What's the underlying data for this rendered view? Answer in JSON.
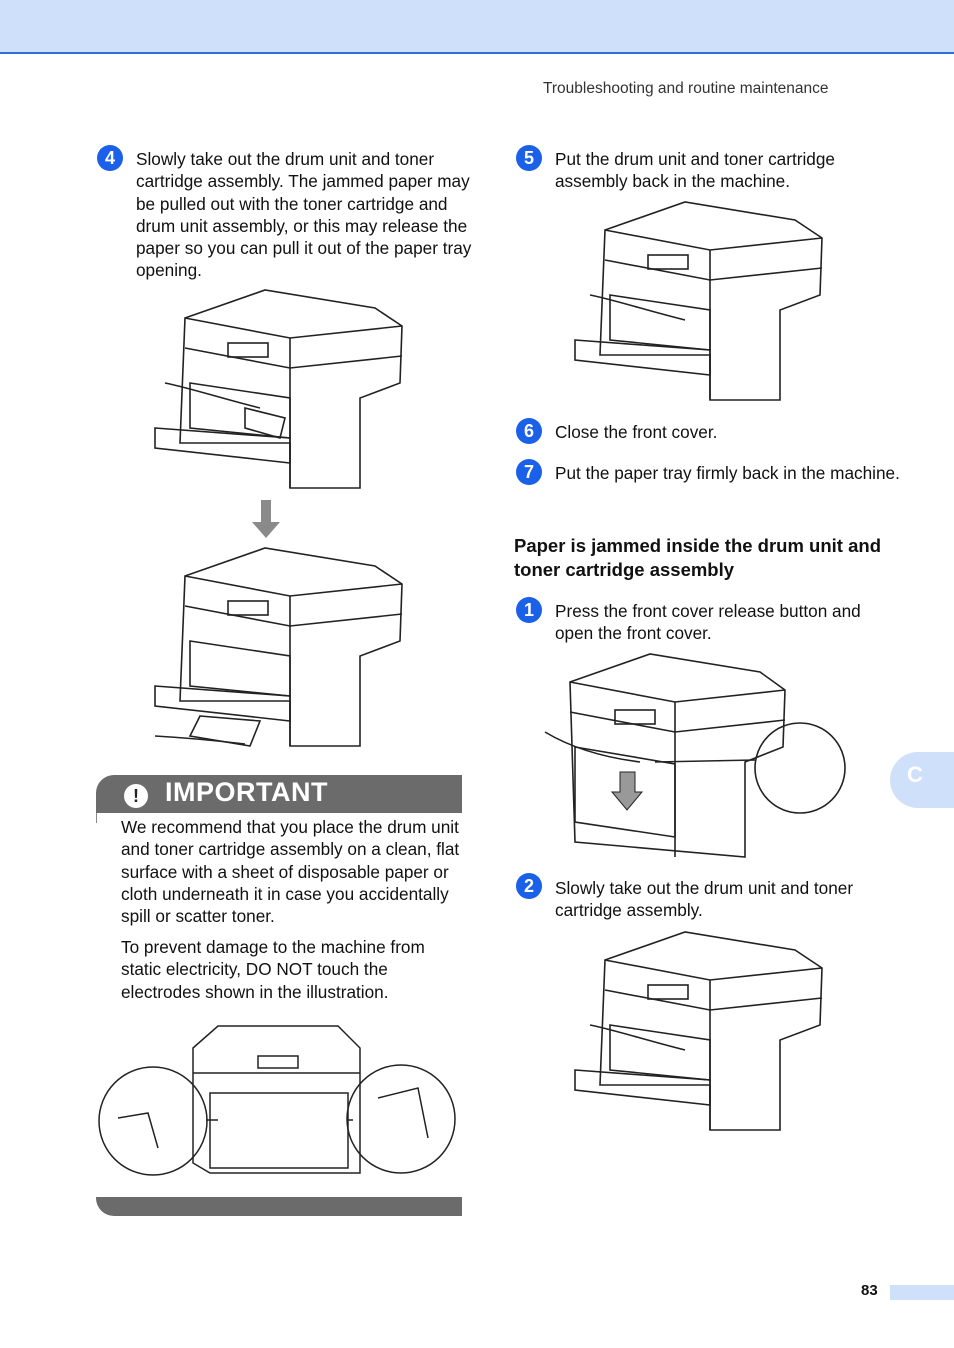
{
  "header": {
    "running_title": "Troubleshooting and routine maintenance"
  },
  "left_column": {
    "step4": {
      "number": "4",
      "text": "Slowly take out the drum unit and toner cartridge assembly. The jammed paper may be pulled out with the toner cartridge and drum unit assembly, or this may release the paper so you can pull it out of the paper tray opening."
    },
    "important": {
      "title": "IMPORTANT",
      "icon": "!",
      "para1": "We recommend that you place the drum unit and toner cartridge assembly on a clean, flat surface with a sheet of disposable paper or cloth underneath it in case you accidentally spill or scatter toner.",
      "para2": "To prevent damage to the machine from static electricity, DO NOT touch the electrodes shown in the illustration."
    }
  },
  "right_column": {
    "step5": {
      "number": "5",
      "text": "Put the drum unit and toner cartridge assembly back in the machine."
    },
    "step6": {
      "number": "6",
      "text": "Close the front cover."
    },
    "step7": {
      "number": "7",
      "text": "Put the paper tray firmly back in the machine."
    },
    "section_heading": "Paper is jammed inside the drum unit and toner cartridge assembly",
    "step1": {
      "number": "1",
      "text": "Press the front cover release button and open the front cover."
    },
    "step2": {
      "number": "2",
      "text": "Slowly take out the drum unit and toner cartridge assembly."
    }
  },
  "side_tab": {
    "letter": "C"
  },
  "footer": {
    "page_number": "83"
  },
  "colors": {
    "accent_blue": "#1a60e8",
    "band_blue": "#cfe0fb",
    "important_gray": "#6b6b6b"
  }
}
